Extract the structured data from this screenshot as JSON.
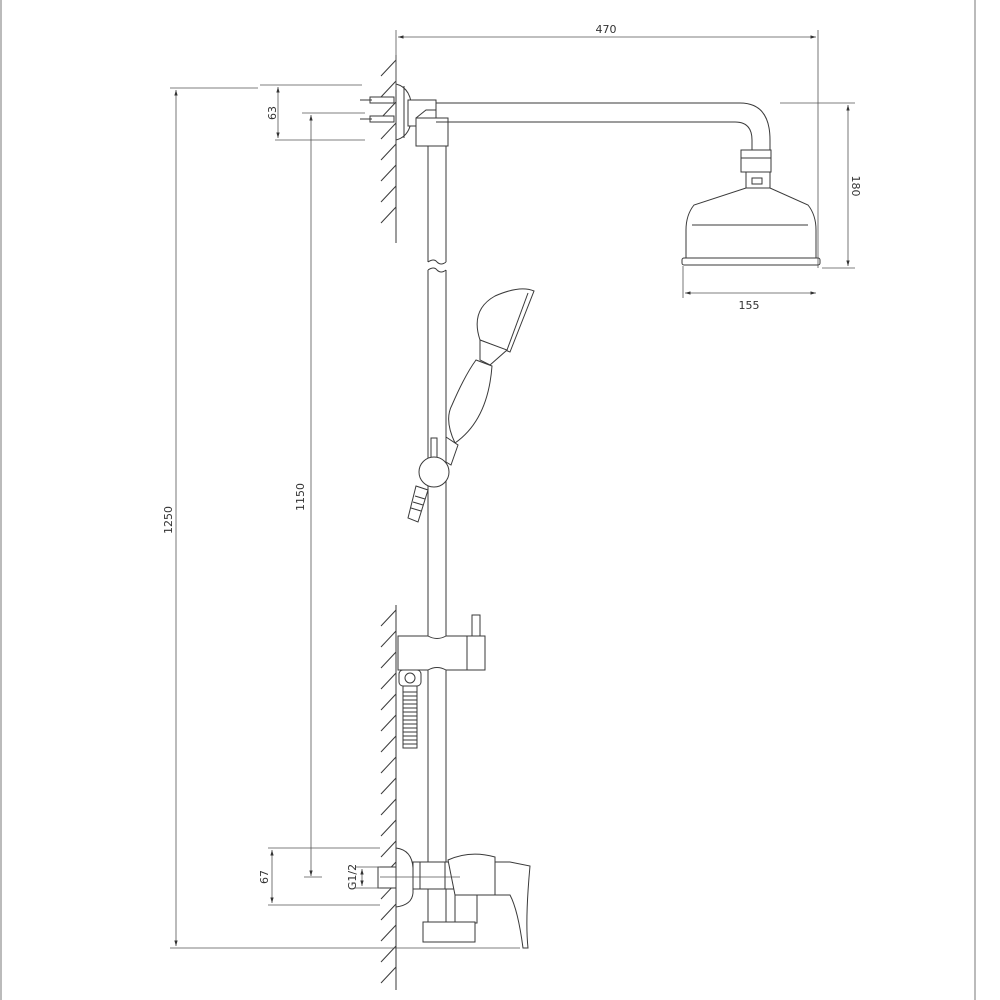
{
  "title": "Shower set dimension drawing",
  "dimensions": {
    "arm_length": "470",
    "head_height": "180",
    "head_diameter": "155",
    "top_fixing_spacing": "63",
    "total_height": "1250",
    "rail_height": "1150",
    "mixer_spacing": "67",
    "thread": "G1/2"
  }
}
